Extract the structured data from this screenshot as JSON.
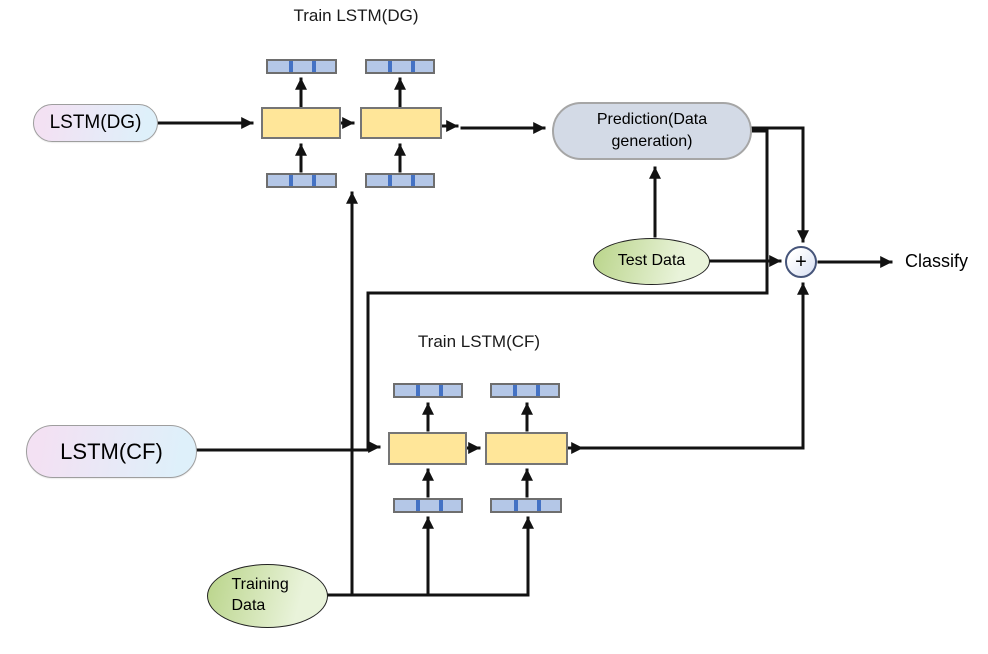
{
  "diagram": {
    "titles": {
      "dg": "Train LSTM(DG)",
      "cf": "Train LSTM(CF)"
    },
    "nodes": {
      "lstm_dg": "LSTM(DG)",
      "lstm_cf": "LSTM(CF)",
      "prediction": "Prediction(Data generation)",
      "test_data": "Test Data",
      "training_data": "Training Data",
      "sum": "+",
      "classify": "Classify"
    },
    "icons": [
      "embedding-vector-icon (segmented blue bar, 8x)",
      "lstm-cell-icon (yellow rectangle, 4x)",
      "sum-plus-icon"
    ]
  },
  "colors": {
    "bar-fill": "#b4c7e7",
    "bar-divider": "#4472c4",
    "bar-border": "#6e6e6e",
    "cell-fill": "#ffe699",
    "cell-border": "#757575",
    "line": "#121212",
    "prediction-fill": "#d3dae6",
    "prediction-border": "#a6a6a6",
    "green-dark": "#b9d489",
    "green-light": "#e9f3da",
    "pill-border": "#9e9e9e",
    "pill-pink": "#f3e1f3",
    "pill-blue": "#def0fa",
    "sum-border": "#46557a",
    "sum-fill": "#dde4f5"
  }
}
